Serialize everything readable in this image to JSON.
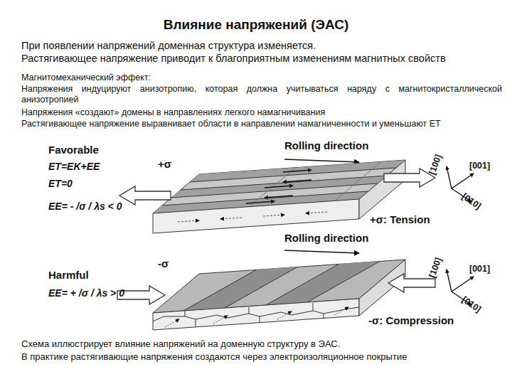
{
  "diagram": {
    "title": "Влияние напряжений (ЭАС)",
    "labels": [
      "При появлении напряжений доменная структура изменяется.",
      "Растягивающее напряжение приводит к благоприятным изменениям магнитных свойств",
      "Магнитомеханический эффект:",
      "Напряжения индуцируют анизотропию, которая должна учитываться наряду с магнитокристаллической анизотропией",
      "Напряжения «создают» домены в направлениях легкого намагничивания",
      "Растягивающее напряжение выравнивает области в направлении намагниченности и уменьшают ET",
      "Favorable",
      "ET=EK+EE",
      "ET=0",
      "EE= - /σ / λs < 0",
      "+σ",
      "Rolling direction",
      "[001]",
      "[100]",
      "[010]",
      "+σ: Tension",
      "Harmful",
      "EE= + /σ / λs > 0",
      "-σ",
      "Rolling direction",
      "[001]",
      "[100]",
      "[010]",
      "-σ: Compression",
      "Схема иллюстрирует влияние напряжений на доменную структуру в ЭАС.",
      "В практике растягивающие напряжения создаются через электроизоляционное покрытие"
    ]
  }
}
